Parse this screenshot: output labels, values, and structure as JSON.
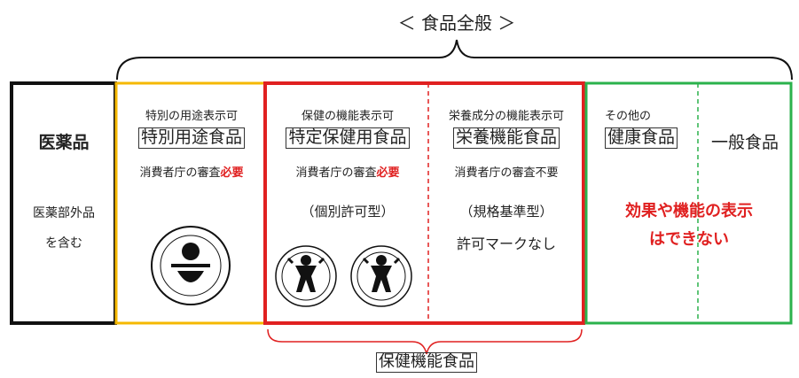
{
  "top_title": "＜ 食品全般 ＞",
  "bottom_label": "保健機能食品",
  "columns": {
    "drugs": {
      "title": "医薬品",
      "note_line1": "医薬部外品",
      "note_line2": "を含む"
    },
    "special_use": {
      "heading": "特別の用途表示可",
      "name": "特別用途食品",
      "review_prefix": "消費者庁の審査",
      "review_emph": "必要",
      "mark_icon": "special-use-mark-icon"
    },
    "fosHU": {
      "heading": "保健の機能表示可",
      "name": "特定保健用食品",
      "review_prefix": "消費者庁の審査",
      "review_emph": "必要",
      "type": "（個別許可型）",
      "mark_icon": "fosHU-marks-icon"
    },
    "fnfc": {
      "heading": "栄養成分の機能表示可",
      "name": "栄養機能食品",
      "review": "消費者庁の審査不要",
      "type": "（規格基準型）",
      "no_mark": "許可マークなし"
    },
    "other": {
      "heading": "その他の",
      "name": "健康食品",
      "general": "一般食品",
      "no_claim_line1": "効果や機能の表示",
      "no_claim_line2": "はできない"
    }
  },
  "colors": {
    "black": "#111111",
    "yellow": "#f5b800",
    "red": "#e02020",
    "green": "#2bb24c",
    "bracket": "#111111"
  }
}
